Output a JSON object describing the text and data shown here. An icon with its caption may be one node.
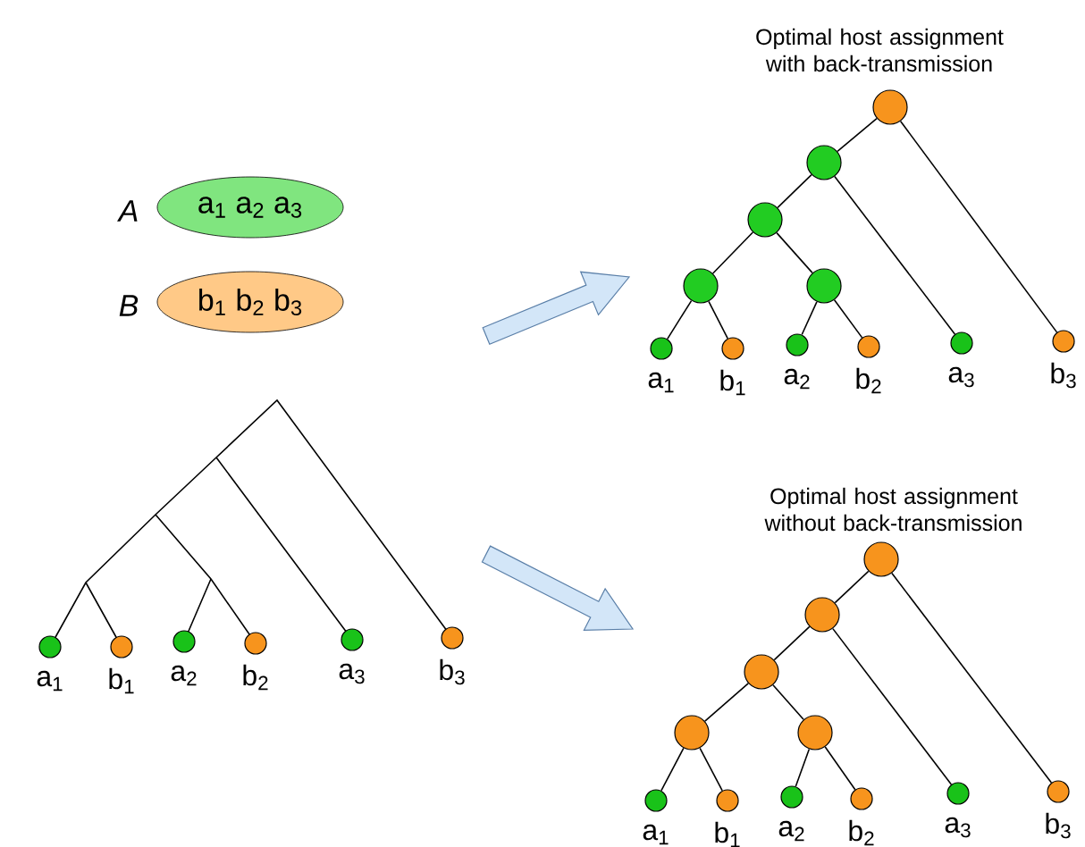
{
  "diagram": {
    "nodes": [
      {
        "text": [
          "a$_{1}$ a$_{2}$ a$_{3}$"
        ],
        "beside": [
          "A"
        ]
      },
      {
        "text": [
          "b$_{1}$ b$_{2}$ b$_{3}$"
        ],
        "beside": [
          "B"
        ]
      },
      {
        "text": [],
        "shape": "circle"
      },
      {
        "text": [],
        "shape": "circle"
      },
      {
        "text": [],
        "shape": "circle"
      },
      {
        "text": [],
        "shape": "circle"
      },
      {
        "text": [],
        "shape": "circle"
      },
      {
        "text": [],
        "shape": "circle",
        "beside": [
          "a$_{1}$"
        ]
      },
      {
        "text": [],
        "shape": "circle",
        "beside": [
          "b$_{1}$"
        ]
      },
      {
        "text": [],
        "shape": "circle",
        "beside": [
          "a$_{2}$"
        ]
      },
      {
        "text": [],
        "shape": "circle",
        "beside": [
          "b$_{2}$"
        ]
      },
      {
        "text": [],
        "shape": "circle",
        "beside": [
          "a$_{3}$"
        ]
      },
      {
        "text": [],
        "shape": "circle",
        "beside": [
          "b$_{3}$"
        ]
      },
      {
        "text": [],
        "shape": "circle",
        "beside": [
          "a$_{1}$"
        ]
      },
      {
        "text": [],
        "shape": "circle",
        "beside": [
          "b$_{1}$"
        ]
      },
      {
        "text": [],
        "shape": "circle",
        "beside": [
          "a$_{2}$"
        ]
      },
      {
        "text": [],
        "shape": "circle",
        "beside": [
          "b$_{2}$"
        ]
      },
      {
        "text": [],
        "shape": "circle",
        "beside": [
          "a$_{3}$"
        ]
      },
      {
        "text": [],
        "shape": "circle",
        "beside": [
          "b$_{3}$"
        ]
      },
      {
        "text": [],
        "shape": "circle"
      },
      {
        "text": [],
        "shape": "circle"
      },
      {
        "text": [],
        "shape": "circle"
      },
      {
        "text": [],
        "shape": "circle"
      },
      {
        "text": [],
        "shape": "circle"
      },
      {
        "text": [],
        "shape": "circle",
        "beside": [
          "a$_{1}$"
        ]
      },
      {
        "text": [],
        "shape": "circle",
        "beside": [
          "b$_{1}$"
        ]
      },
      {
        "text": [],
        "shape": "circle",
        "beside": [
          "a$_{2}$"
        ]
      },
      {
        "text": [],
        "shape": "circle",
        "beside": [
          "b$_{2}$"
        ]
      },
      {
        "text": [],
        "shape": "circle",
        "beside": [
          "a$_{3}$"
        ]
      },
      {
        "text": [],
        "shape": "circle",
        "beside": [
          "b$_{3}$"
        ]
      }
    ],
    "edges": [
      {
        "from": 2,
        "to": 3,
        "arrow": "none"
      },
      {
        "from": 2,
        "to": 12,
        "arrow": "none"
      },
      {
        "from": 3,
        "to": 4,
        "arrow": "none"
      },
      {
        "from": 3,
        "to": 11,
        "arrow": "none"
      },
      {
        "from": 4,
        "to": 5,
        "arrow": "none"
      },
      {
        "from": 4,
        "to": 6,
        "arrow": "none"
      },
      {
        "from": 5,
        "to": 7,
        "arrow": "none"
      },
      {
        "from": 5,
        "to": 8,
        "arrow": "none"
      },
      {
        "from": 6,
        "to": 9,
        "arrow": "none"
      },
      {
        "from": 6,
        "to": 10,
        "arrow": "none"
      },
      {
        "from": 19,
        "to": 20,
        "arrow": "none"
      },
      {
        "from": 19,
        "to": 29,
        "arrow": "none"
      },
      {
        "from": 20,
        "to": 21,
        "arrow": "none"
      },
      {
        "from": 20,
        "to": 28,
        "arrow": "none"
      },
      {
        "from": 21,
        "to": 22,
        "arrow": "none"
      },
      {
        "from": 21,
        "to": 23,
        "arrow": "none"
      },
      {
        "from": 22,
        "to": 24,
        "arrow": "none"
      },
      {
        "from": 22,
        "to": 25,
        "arrow": "none"
      },
      {
        "from": 23,
        "to": 26,
        "arrow": "none"
      },
      {
        "from": 23,
        "to": 27,
        "arrow": "none"
      }
    ],
    "labels": [
      "Optimal host assignment with back-transmission",
      "Optimal host assignment without back-transmission"
    ]
  }
}
